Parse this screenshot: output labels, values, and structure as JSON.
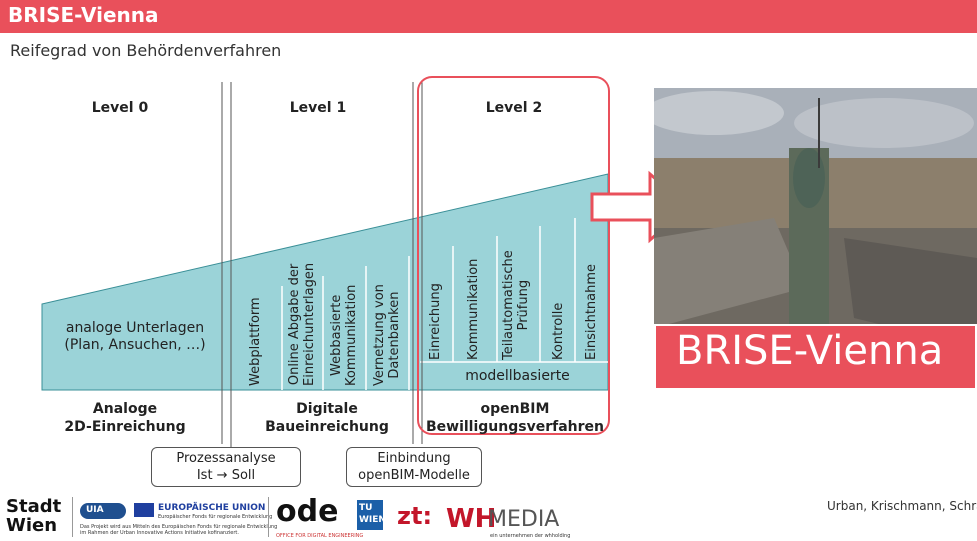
{
  "header": {
    "title": "BRISE-Vienna",
    "subtitle": "Reifegrad von Behördenverfahren"
  },
  "levels": [
    "Level 0",
    "Level 1",
    "Level 2"
  ],
  "level0": {
    "box": "analoge Unterlagen\n(Plan, Ansuchen, …)",
    "phase": "Analoge\n2D-Einreichung"
  },
  "level1": {
    "items": [
      "Webplattform",
      "Online Abgabe der\nEinreichunterlagen",
      "Webbasierte\nKommunikation",
      "Vernetzung von\nDatenbanken"
    ],
    "phase": "Digitale\nBaueinreichung"
  },
  "level2": {
    "items": [
      "Einreichung",
      "Kommunikation",
      "Teilautomatische\nPrüfung",
      "Kontrolle",
      "Einsichtnahme"
    ],
    "bottom": "modellbasierte",
    "phase": "openBIM\nBewilligungsverfahren"
  },
  "process": [
    "Prozessanalyse\nIst → Soll",
    "Einbindung\nopenBIM-Modelle"
  ],
  "photo": {
    "banner": "BRISE-Vienna"
  },
  "footer": {
    "credit": "Urban, Krischmann, Schranz",
    "stadt_wien": "Stadt\nWien",
    "uia": "UIA",
    "eu": "EUROPÄISCHE UNION",
    "eu_sub": "Europäischer Fonds für regionale Entwicklung",
    "eu_note": "Das Projekt wird aus Mitteln des Europäischen Fonds für regionale Entwicklung\nim Rahmen der Urban Innovative Actions Initiative kofinanziert.",
    "ode": "ode",
    "ode_sub": "OFFICE FOR DIGITAL ENGINEERING",
    "tu": "TU\nWIEN",
    "zt": "zt:",
    "wh": "WH",
    "media": "MEDIA",
    "wh_sub": "ein unternehmen der whholding"
  },
  "colors": {
    "accent": "#e9505b",
    "teal": "#9bd3d8",
    "teal_line": "#3a8f97"
  }
}
